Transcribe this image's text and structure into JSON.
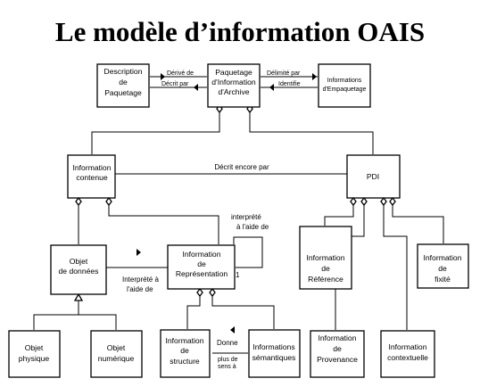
{
  "title": "Le modèle d’information OAIS",
  "boxes": {
    "description_paquetage": [
      "Description",
      "de",
      "Paquetage"
    ],
    "paquetage_archive": [
      "Paquetage",
      "d'Information",
      "d'Archive"
    ],
    "info_empaquetage": [
      "Informations",
      "d'Empaquetage"
    ],
    "info_contenue": [
      "Information",
      "contenue"
    ],
    "pdi": [
      "PDI"
    ],
    "objet_donnees": [
      "Objet",
      "de données"
    ],
    "info_representation": [
      "Information",
      "de",
      "Représentation"
    ],
    "info_reference": [
      "Information",
      "de",
      "Référence"
    ],
    "info_fixite": [
      "Information",
      "de",
      "fixité"
    ],
    "objet_physique": [
      "Objet",
      "physique"
    ],
    "objet_numerique": [
      "Objet",
      "numérique"
    ],
    "info_structure": [
      "Information",
      "de",
      "structure"
    ],
    "info_semantiques": [
      "Informations",
      "sémantiques"
    ],
    "info_provenance": [
      "Information",
      "de",
      "Provenance"
    ],
    "info_contextuelle": [
      "Information",
      "contextuelle"
    ]
  },
  "labels": {
    "derive_de": "Dérivé de",
    "decrit_par": "Décrit par",
    "delimite_par": "Délimité par",
    "identifie": "Identifie",
    "decrit_encore_par": "Décrit encore par",
    "interprete_top_1": "interprété",
    "interprete_top_2": "à l'aide de",
    "interprete_left_1": "Interprété à",
    "interprete_left_2": "l'aide de",
    "multiplicity_one": "1",
    "donne": "Donne",
    "plus_de_sens_1": "plus de",
    "plus_de_sens_2": "sens à"
  }
}
